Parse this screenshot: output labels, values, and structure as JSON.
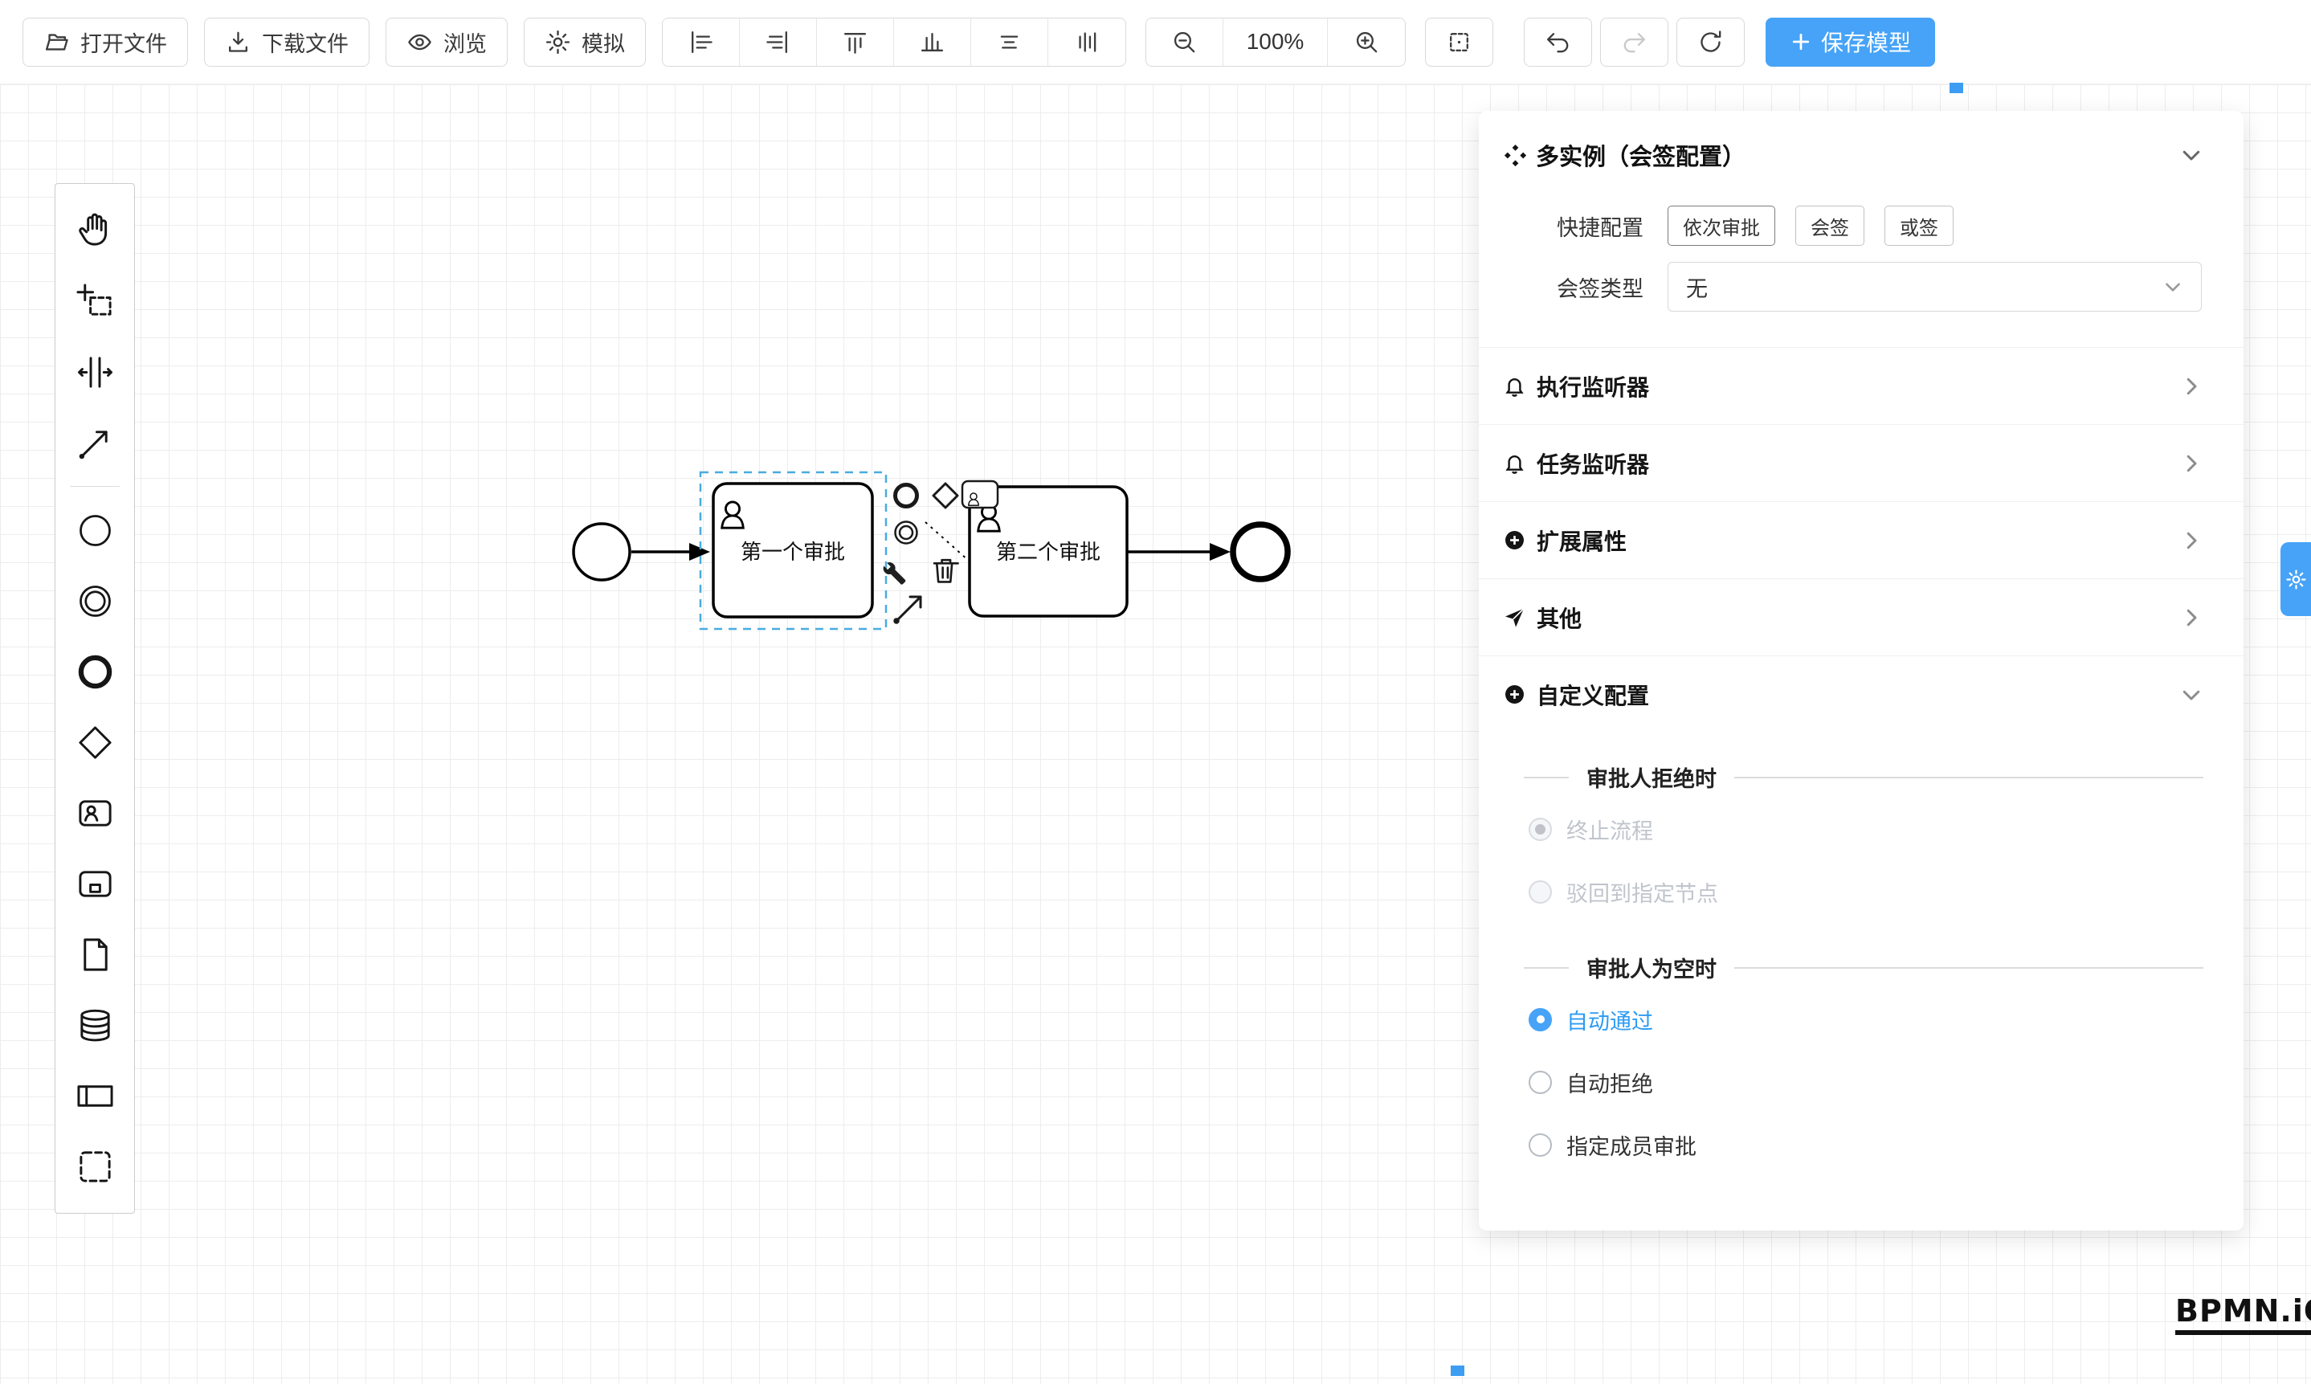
{
  "colors": {
    "accent": "#46a3f7",
    "selection_outline": "#49ace0",
    "shape_stroke": "#000000"
  },
  "toolbar": {
    "file_buttons": [
      {
        "label": "打开文件",
        "icon": "folder-open-icon"
      },
      {
        "label": "下载文件",
        "icon": "download-icon"
      },
      {
        "label": "浏览",
        "icon": "eye-icon"
      },
      {
        "label": "模拟",
        "icon": "gear-icon"
      }
    ],
    "align_buttons": [
      "align-left-icon",
      "align-right-icon",
      "align-top-icon",
      "align-bottom-icon",
      "align-center-horizontal-icon",
      "align-center-vertical-icon"
    ],
    "zoom_level": "100%",
    "history_buttons": [
      "undo-icon",
      "redo-icon",
      "refresh-icon"
    ],
    "save_label": "保存模型"
  },
  "palette": {
    "tools": [
      "hand-tool",
      "lasso-tool",
      "space-tool",
      "global-connect-tool"
    ],
    "elements": [
      "start-event",
      "intermediate-event",
      "end-event",
      "gateway",
      "user-task",
      "subprocess",
      "document",
      "datastore",
      "participant-pool",
      "group"
    ]
  },
  "diagram": {
    "tasks": [
      {
        "label": "第一个审批",
        "selected": true
      },
      {
        "label": "第二个审批",
        "selected": false
      }
    ]
  },
  "panel": {
    "title": "多实例（会签配置）",
    "quick_config_label": "快捷配置",
    "quick_options": [
      "依次审批",
      "会签",
      "或签"
    ],
    "sign_type_label": "会签类型",
    "sign_type_value": "无",
    "sections": [
      {
        "label": "执行监听器",
        "icon": "bell-icon"
      },
      {
        "label": "任务监听器",
        "icon": "bell-icon"
      },
      {
        "label": "扩展属性",
        "icon": "plus-circle-icon"
      },
      {
        "label": "其他",
        "icon": "send-icon"
      },
      {
        "label": "自定义配置",
        "icon": "plus-circle-icon"
      }
    ],
    "reject_group": {
      "title": "审批人拒绝时",
      "options": [
        {
          "label": "终止流程",
          "checked": true,
          "disabled": true
        },
        {
          "label": "驳回到指定节点",
          "checked": false,
          "disabled": true
        }
      ]
    },
    "empty_group": {
      "title": "审批人为空时",
      "options": [
        {
          "label": "自动通过",
          "checked": true
        },
        {
          "label": "自动拒绝",
          "checked": false
        },
        {
          "label": "指定成员审批",
          "checked": false
        }
      ]
    }
  },
  "logo": "BPMN.iO"
}
